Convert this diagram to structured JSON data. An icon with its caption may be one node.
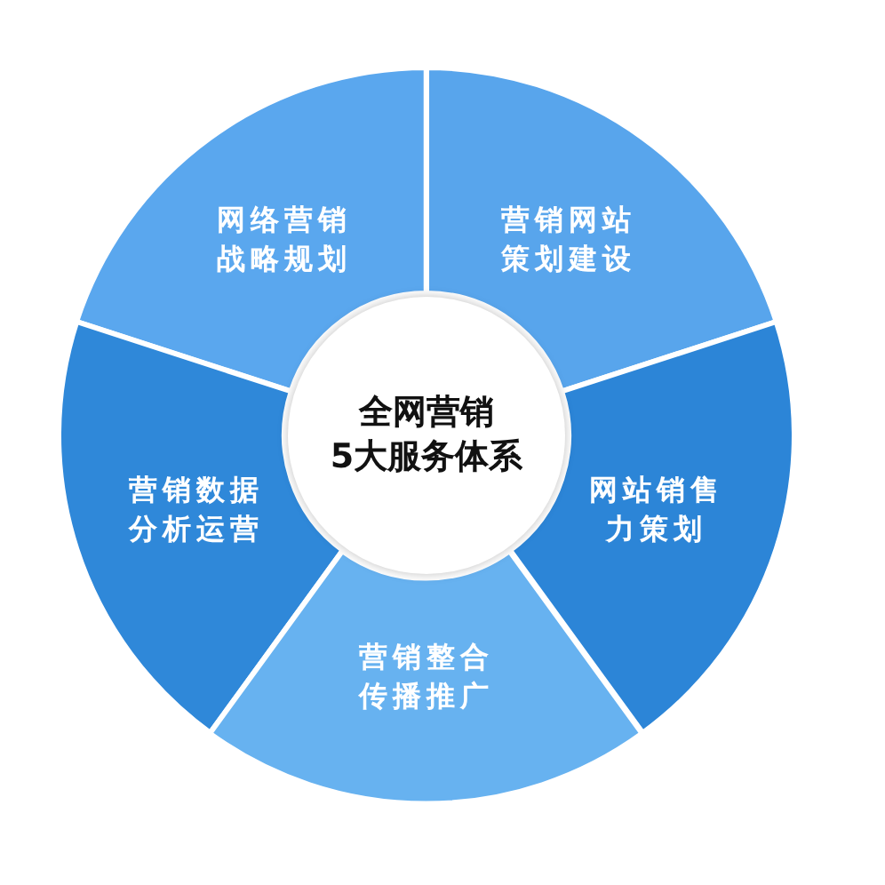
{
  "diagram": {
    "nodes": [
      {
        "text": [
          "网络营销战略规划"
        ]
      },
      {
        "text": [
          "营销网站策划建设"
        ]
      },
      {
        "text": [
          "全网营销5大服务体系"
        ]
      },
      {
        "text": [
          "网站销售力策划"
        ]
      },
      {
        "text": [
          "营销数据分析运营"
        ]
      },
      {
        "text": [
          "营销整合传播推广"
        ]
      }
    ]
  }
}
